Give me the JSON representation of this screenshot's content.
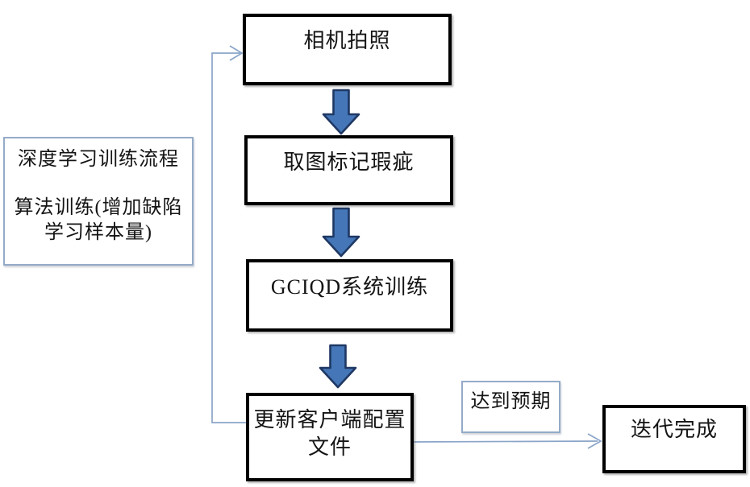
{
  "nodes": {
    "camera": "相机拍照",
    "mark": "取图标记瑕疵",
    "train": "GCIQD系统训练",
    "update": [
      "更新客户端配置",
      "文件"
    ],
    "expect": "达到预期",
    "done": "迭代完成"
  },
  "legend": {
    "line1": "深度学习训练流程",
    "line2": "算法训练(增加缺陷",
    "line3": "学习样本量)"
  },
  "colors": {
    "block_arrow_fill": "#4577b8",
    "block_arrow_stroke": "#1f3864",
    "connector_line": "#8aa5c8",
    "process_box_border": "#000000",
    "light_box_border": "#94abc8"
  }
}
